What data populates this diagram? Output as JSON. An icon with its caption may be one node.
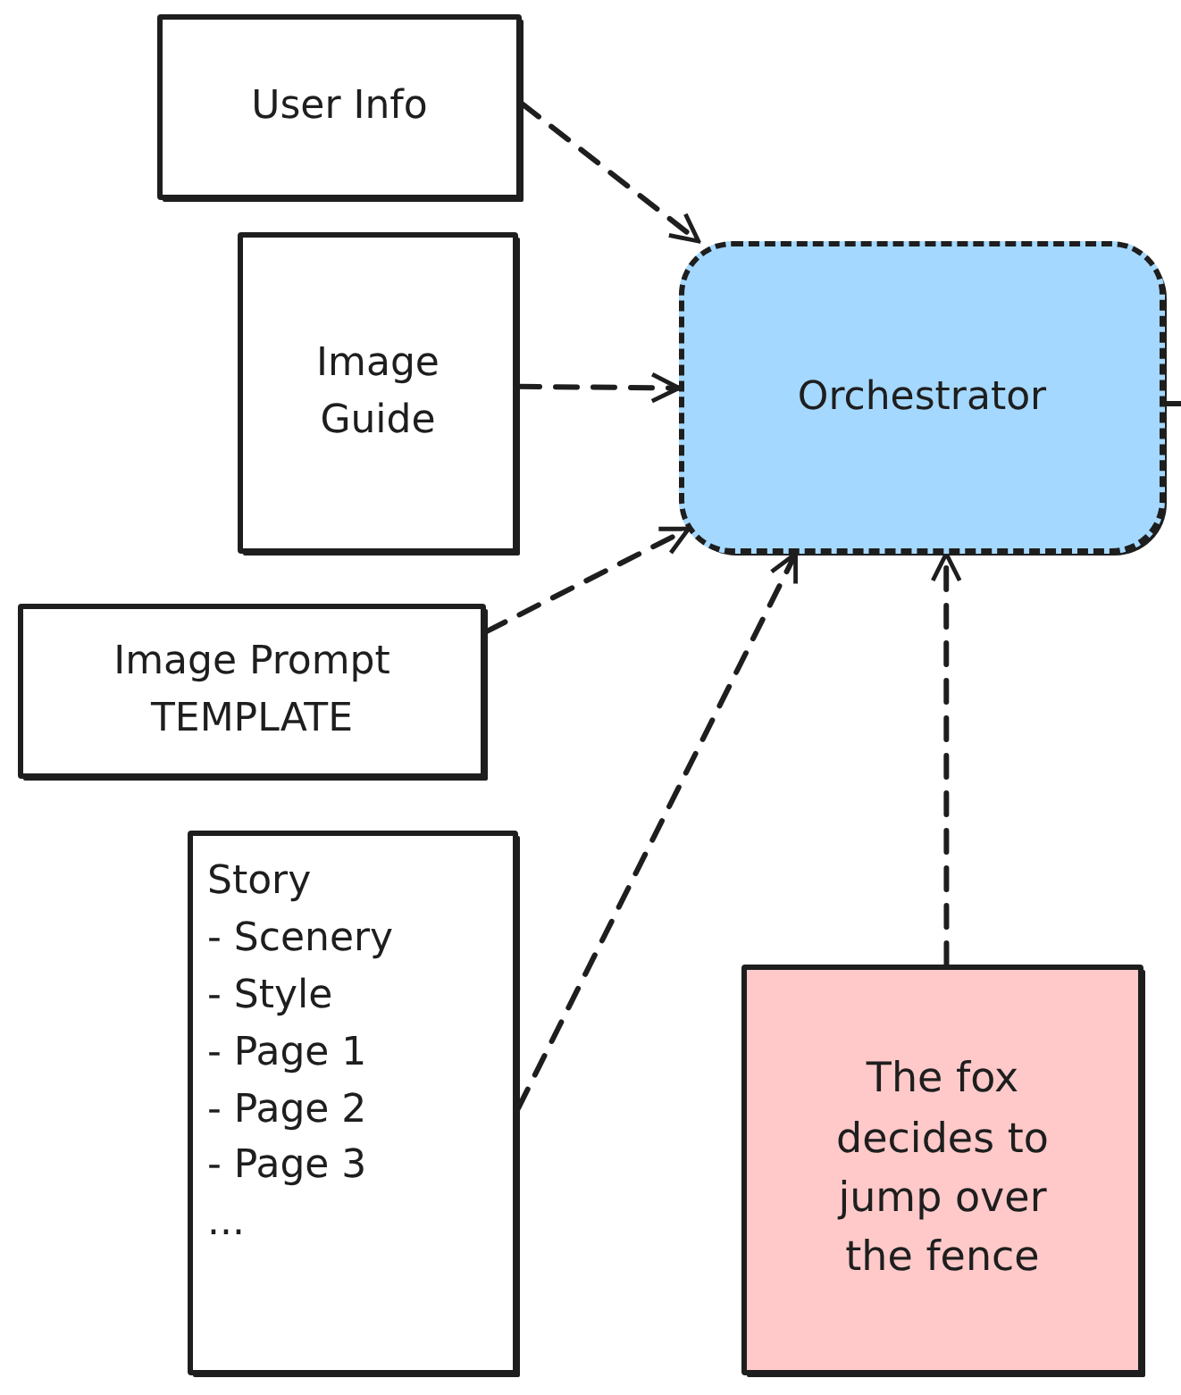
{
  "diagram": {
    "nodes": [
      {
        "text": [
          "User Info"
        ]
      },
      {
        "text": [
          "Image Guide"
        ]
      },
      {
        "text": [
          "Image Prompt TEMPLATE"
        ]
      },
      {
        "text": [
          "Story",
          "- Scenery",
          "- Style",
          "- Page 1",
          "- Page 2",
          "- Page 3",
          "..."
        ]
      },
      {
        "text": [
          "Orchestrator"
        ]
      },
      {
        "text": [
          "The fox decides to jump over the fence"
        ]
      }
    ],
    "edges": [
      {
        "from": 0,
        "to": 4,
        "arrow": "to",
        "style": "dashed"
      },
      {
        "from": 1,
        "to": 4,
        "arrow": "to",
        "style": "dashed"
      },
      {
        "from": 2,
        "to": 4,
        "arrow": "to",
        "style": "dashed"
      },
      {
        "from": 3,
        "to": 4,
        "arrow": "to",
        "style": "dashed"
      },
      {
        "from": 5,
        "to": 4,
        "arrow": "to",
        "style": "dashed"
      },
      {
        "from": 4,
        "to": null,
        "arrow": "none",
        "style": "dashed"
      }
    ]
  }
}
